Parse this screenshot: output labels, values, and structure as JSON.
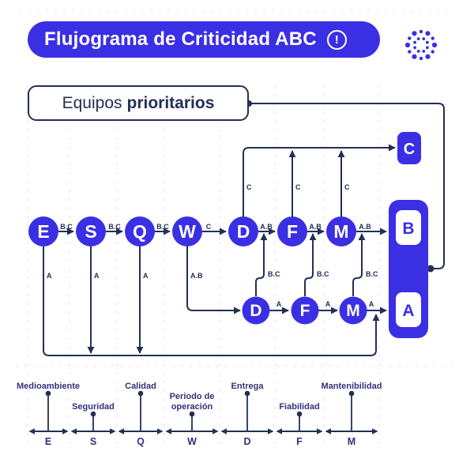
{
  "colors": {
    "brand_blue": "#3b2fe4",
    "line_navy": "#223055",
    "legend_indigo": "#34317c",
    "grid_line": "#e3e7f0",
    "background": "#ffffff",
    "text_on_blue": "#ffffff"
  },
  "header": {
    "title": "Flujograma de Criticidad ABC",
    "alert_glyph": "!"
  },
  "priority_box": {
    "word_regular": "Equipos",
    "word_bold": "prioritarios"
  },
  "flow": {
    "top_row": [
      {
        "letter": "E"
      },
      {
        "letter": "S"
      },
      {
        "letter": "Q"
      },
      {
        "letter": "W"
      },
      {
        "letter": "D"
      },
      {
        "letter": "F"
      },
      {
        "letter": "M"
      }
    ],
    "bottom_row": [
      {
        "letter": "D"
      },
      {
        "letter": "F"
      },
      {
        "letter": "M"
      }
    ],
    "class_boxes": {
      "c": "C",
      "b": "B",
      "a": "A"
    },
    "top_edge_labels": [
      "B.C",
      "B.C",
      "B.C",
      "C",
      "A.B",
      "A.B",
      "A.B"
    ],
    "drop_labels": [
      "A",
      "A",
      "A",
      "A.B"
    ],
    "c_labels": [
      "C",
      "C",
      "C"
    ],
    "bc_labels": [
      "B.C",
      "B.C",
      "B.C"
    ],
    "bottom_edge_labels": [
      "A",
      "A",
      "A"
    ]
  },
  "legend": {
    "items": [
      {
        "letter": "E",
        "label": "Medioambiente"
      },
      {
        "letter": "S",
        "label": "Seguridad"
      },
      {
        "letter": "Q",
        "label": "Calidad"
      },
      {
        "letter": "W",
        "label": "Periodo de operación",
        "line1": "Periodo de",
        "line2": "operación"
      },
      {
        "letter": "D",
        "label": "Entrega"
      },
      {
        "letter": "F",
        "label": "Fiabilidad"
      },
      {
        "letter": "M",
        "label": "Mantenibilidad"
      }
    ]
  }
}
